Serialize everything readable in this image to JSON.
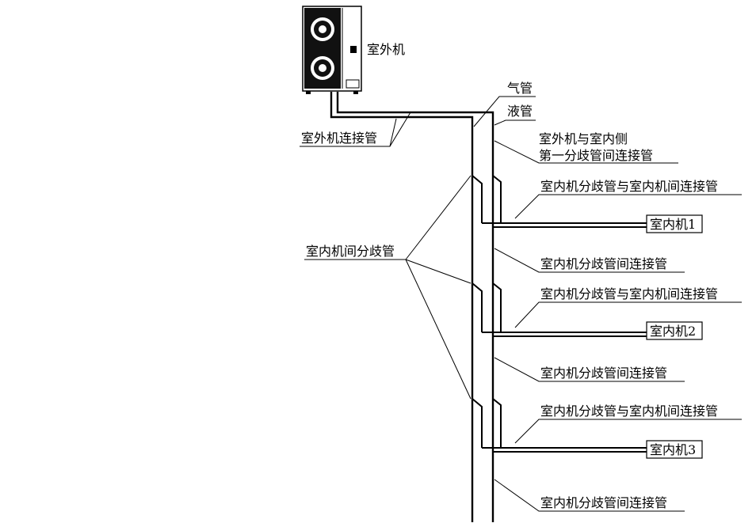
{
  "outdoor_unit": {
    "label": "室外机"
  },
  "pipes": {
    "gas": "气管",
    "liquid": "液管",
    "outdoor_connection": "室外机连接管",
    "first_branch_connection_line1": "室外机与室内侧",
    "first_branch_connection_line2": "第一分歧管间连接管",
    "branch_manifold": "室内机间分歧管"
  },
  "sections": [
    {
      "branch_to_indoor": "室内机分歧管与室内机间连接管",
      "indoor_unit": "室内机1",
      "between_branches": "室内机分歧管间连接管"
    },
    {
      "branch_to_indoor": "室内机分歧管与室内机间连接管",
      "indoor_unit": "室内机2",
      "between_branches": "室内机分歧管间连接管"
    },
    {
      "branch_to_indoor": "室内机分歧管与室内机间连接管",
      "indoor_unit": "室内机3",
      "between_branches": "室内机分歧管间连接管"
    }
  ]
}
